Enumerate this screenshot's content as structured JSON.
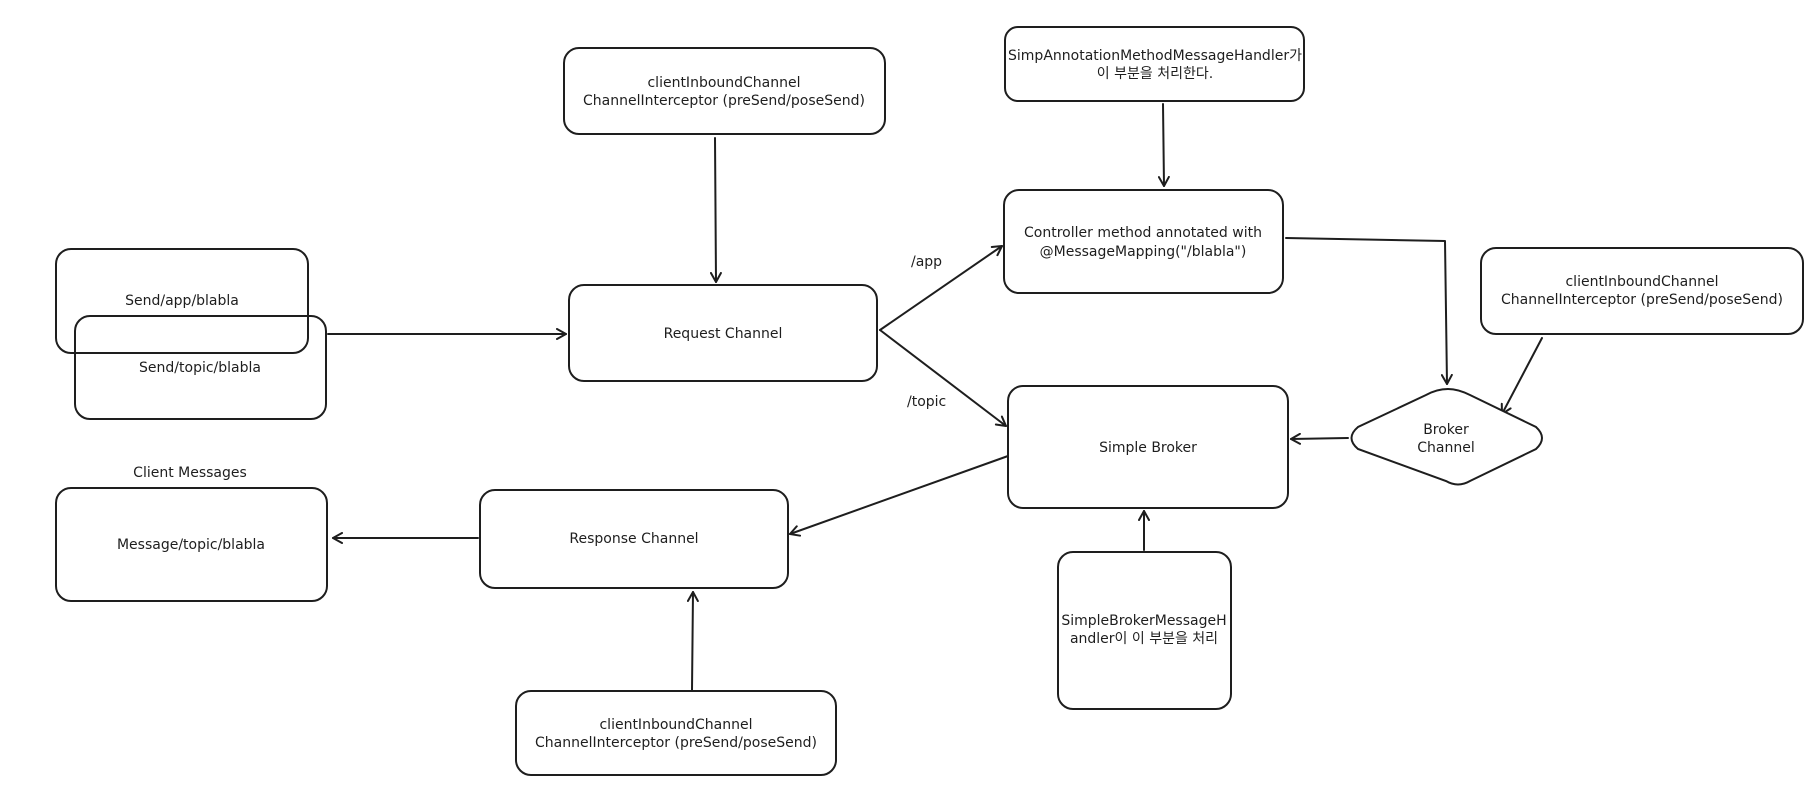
{
  "diagram": {
    "nodes": {
      "interceptor_top": {
        "lines": [
          "clientInboundChannel",
          "ChannelInterceptor (preSend/poseSend)"
        ]
      },
      "simp_annotation_note": {
        "lines": [
          "SimpAnnotationMethodMessageHandler가",
          "이 부분을 처리한다."
        ]
      },
      "controller": {
        "lines": [
          "Controller method annotated with",
          "@MessageMapping(\"/blabla\")"
        ]
      },
      "interceptor_right": {
        "lines": [
          "clientInboundChannel",
          "ChannelInterceptor (preSend/poseSend)"
        ]
      },
      "send_app": {
        "lines": [
          "Send/app/blabla"
        ]
      },
      "send_topic": {
        "lines": [
          "Send/topic/blabla"
        ]
      },
      "request_channel": {
        "lines": [
          "Request Channel"
        ]
      },
      "simple_broker": {
        "lines": [
          "Simple Broker"
        ]
      },
      "broker_channel": {
        "lines": [
          "Broker",
          "Channel"
        ]
      },
      "client_messages_title": {
        "lines": [
          "Client Messages"
        ]
      },
      "message_topic": {
        "lines": [
          "Message/topic/blabla"
        ]
      },
      "response_channel": {
        "lines": [
          "Response Channel"
        ]
      },
      "simple_broker_handler_note": {
        "lines": [
          "SimpleBrokerMessageH",
          "andler이 이 부분을 처리"
        ]
      },
      "interceptor_bottom": {
        "lines": [
          "clientInboundChannel",
          "ChannelInterceptor (preSend/poseSend)"
        ]
      }
    },
    "edge_labels": {
      "app": "/app",
      "topic": "/topic"
    },
    "colors": {
      "stroke": "#1e1e1e",
      "background": "#ffffff"
    }
  }
}
